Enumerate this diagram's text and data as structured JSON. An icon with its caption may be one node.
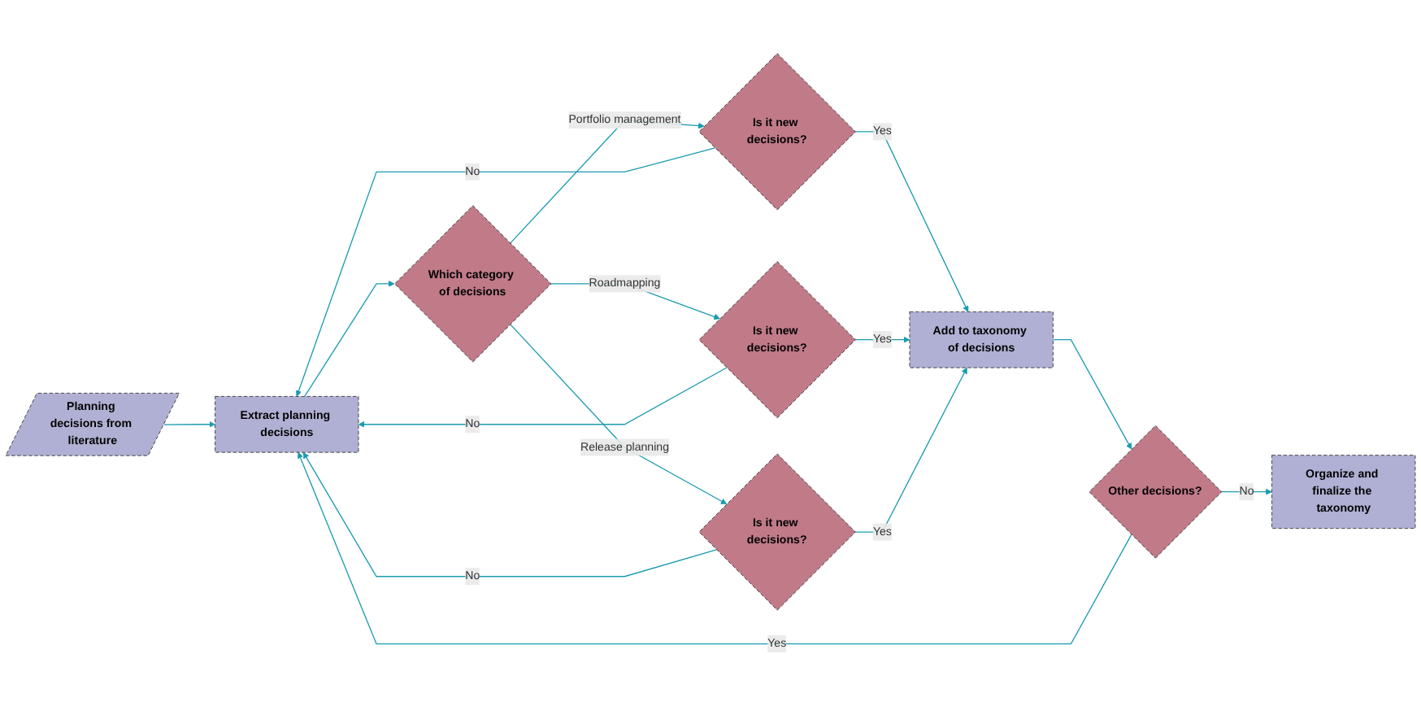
{
  "diagram": {
    "nodes": [
      {
        "text": [
          "Planning decisions from literature"
        ]
      },
      {
        "text": [
          "Extract planning decisions"
        ]
      },
      {
        "text": [
          "Which category of decisions"
        ]
      },
      {
        "text": [
          "Is it new decisions?"
        ]
      },
      {
        "text": [
          "Is it new decisions?"
        ]
      },
      {
        "text": [
          "Is it new decisions?"
        ]
      },
      {
        "text": [
          "Add to taxonomy of decisions"
        ]
      },
      {
        "text": [
          "Other decisions?"
        ]
      },
      {
        "text": [
          "Organize and finalize the taxonomy"
        ]
      }
    ],
    "edges": [
      {
        "from": 0,
        "to": 1,
        "arrow": "to"
      },
      {
        "from": 1,
        "to": 2,
        "arrow": "to"
      },
      {
        "from": 2,
        "to": 3,
        "arrow": "to",
        "label": "Portfolio management"
      },
      {
        "from": 2,
        "to": 4,
        "arrow": "to",
        "label": "Roadmapping"
      },
      {
        "from": 2,
        "to": 5,
        "arrow": "to",
        "label": "Release planning"
      },
      {
        "from": 3,
        "to": 6,
        "arrow": "to",
        "label": "Yes"
      },
      {
        "from": 4,
        "to": 6,
        "arrow": "to",
        "label": "Yes"
      },
      {
        "from": 5,
        "to": 6,
        "arrow": "to",
        "label": "Yes"
      },
      {
        "from": 3,
        "to": 1,
        "arrow": "to",
        "label": "No"
      },
      {
        "from": 4,
        "to": 1,
        "arrow": "to",
        "label": "No"
      },
      {
        "from": 5,
        "to": 1,
        "arrow": "to",
        "label": "No"
      },
      {
        "from": 6,
        "to": 7,
        "arrow": "to"
      },
      {
        "from": 7,
        "to": 8,
        "arrow": "to",
        "label": "No"
      },
      {
        "from": 7,
        "to": 1,
        "arrow": "to",
        "label": "Yes"
      }
    ]
  }
}
